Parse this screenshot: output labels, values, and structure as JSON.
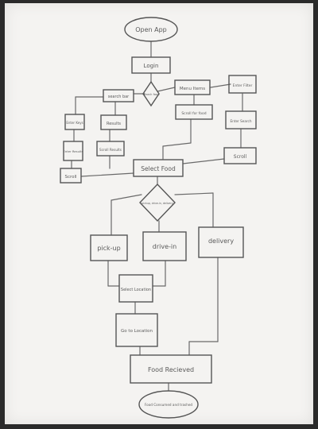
{
  "nodes": {
    "open_app": "Open App",
    "login": "Login",
    "decision_top": "search food",
    "search_bar": "search bar",
    "menu_items": "Menu Items",
    "enter_filter": "Enter Filter",
    "scroll_for_food": "Scroll for food",
    "enter_keys": "Enter Keys",
    "results_a": "Results",
    "enter_results": "Enter Results",
    "scroll_results": "Scroll Results",
    "enter_search": "Enter Search",
    "scroll_left": "Scroll",
    "scroll_right": "Scroll",
    "select_food": "Select Food",
    "decision_delivery": "pickup, drive-in, delivery",
    "pickup": "pick-up",
    "drivein": "drive-in",
    "delivery": "delivery",
    "select_location": "Select Location",
    "go_to_location": "Go to Location",
    "food_received": "Food Recieved",
    "food_consumed": "Food Consumed and trashed"
  }
}
